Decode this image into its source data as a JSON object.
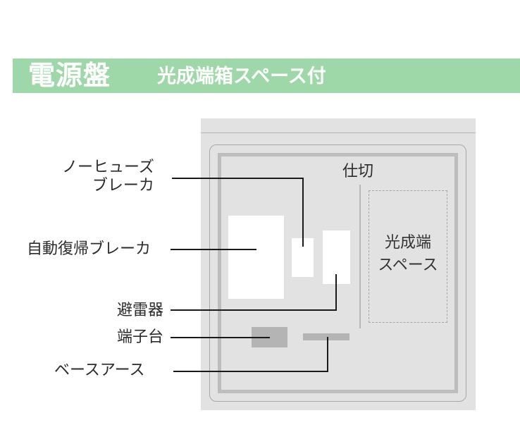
{
  "banner": {
    "title": "電源盤",
    "subtitle": "光成端箱スペース付",
    "background": "#9fd8a8"
  },
  "labels": {
    "no_fuse_line1": "ノーヒューズ",
    "no_fuse_line2": "ブレーカ",
    "auto_reset": "自動復帰ブレーカ",
    "surge": "避雷器",
    "terminal": "端子台",
    "base_earth": "ベースアース",
    "partition": "仕切",
    "fiber_line1": "光成端",
    "fiber_line2": "スペース"
  },
  "colors": {
    "panel": "#e2e2e2",
    "frame": "#bdbdbd",
    "component": "#ffffff",
    "terminal": "#b4b4b4",
    "leader": "#1a1a1a"
  }
}
